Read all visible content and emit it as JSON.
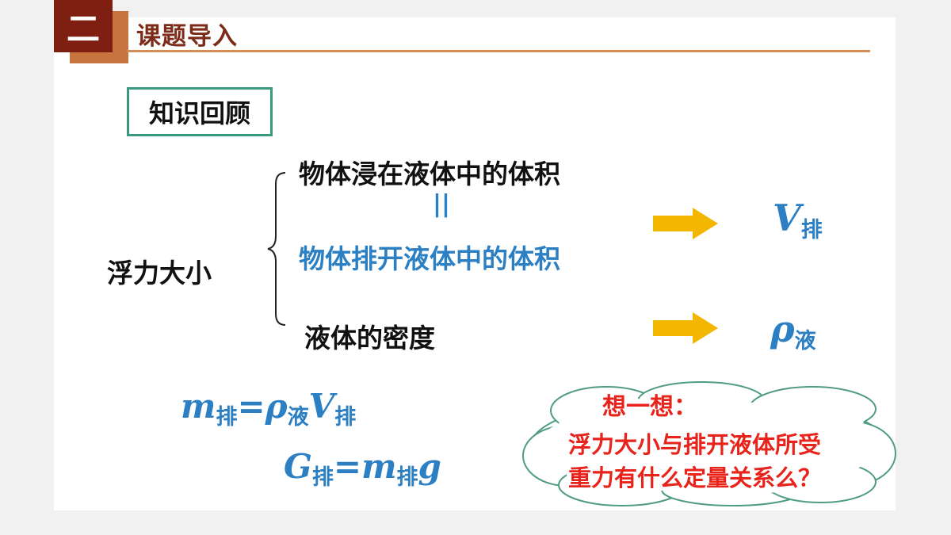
{
  "header": {
    "number": "二",
    "title": "课题导入"
  },
  "review_label": "知识回顾",
  "left_label": "浮力大小",
  "volume_line": "物体浸在液体中的体积",
  "equals": "||",
  "displaced_line": "物体排开液体中的体积",
  "density_line": "液体的密度",
  "symbols": {
    "v_letter": "V",
    "v_sub": "排",
    "rho_letter": "ρ",
    "rho_sub": "液"
  },
  "formula1": {
    "m": "m",
    "m_sub": "排",
    "eq": "=",
    "rho": "ρ",
    "rho_sub": "液",
    "v": "V",
    "v_sub": "排"
  },
  "formula2": {
    "g": "G",
    "g_sub": "排",
    "eq": "=",
    "m": "m",
    "m_sub": "排",
    "g2": "g"
  },
  "think": {
    "title": "想一想：",
    "line1": "浮力大小与排开液体所受",
    "line2": "重力有什么定量关系么？"
  },
  "colors": {
    "accent_blue": "#2b7fc2",
    "red": "#e8231b",
    "header_dark": "#7e1f12",
    "header_orange": "#c7743f",
    "arrow_yellow": "#f4b700"
  }
}
